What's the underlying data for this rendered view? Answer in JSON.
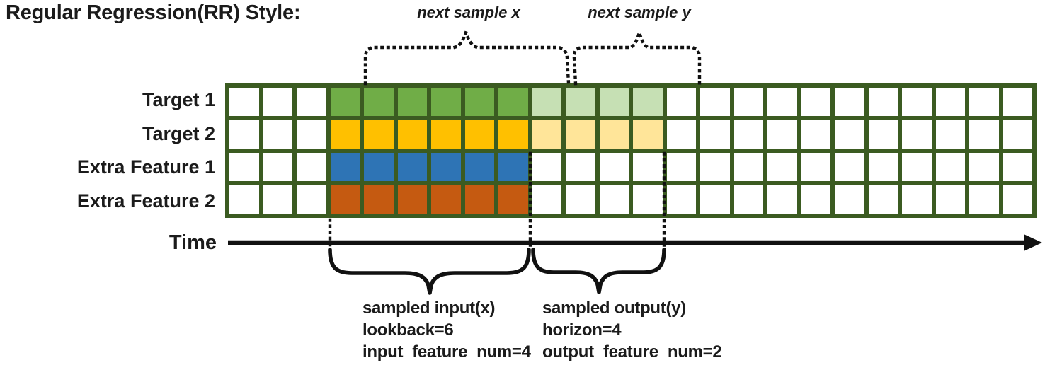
{
  "title": "Regular Regression(RR) Style:",
  "annotations": {
    "next_sample_x": "next sample x",
    "next_sample_y": "next sample y"
  },
  "time_axis": {
    "label": "Time"
  },
  "grid": {
    "total_columns": 24,
    "input_start_col": 3,
    "lookback": 6,
    "horizon": 4,
    "line_color": "#3B5B21",
    "empty_cell_color": "#FFFFFF",
    "rows": [
      {
        "label": "Target 1",
        "input_color": "#70AD47",
        "output_color": "#C6E0B4"
      },
      {
        "label": "Target 2",
        "input_color": "#FFC000",
        "output_color": "#FFE599"
      },
      {
        "label": "Extra Feature 1",
        "input_color": "#2E74B5",
        "output_color": "#FFFFFF"
      },
      {
        "label": "Extra Feature 2",
        "input_color": "#C55A11",
        "output_color": "#FFFFFF"
      }
    ]
  },
  "callouts": {
    "input": {
      "lines": [
        "sampled input(x)",
        "lookback=6",
        "input_feature_num=4"
      ]
    },
    "output": {
      "lines": [
        "sampled output(y)",
        "horizon=4",
        "output_feature_num=2"
      ]
    }
  }
}
